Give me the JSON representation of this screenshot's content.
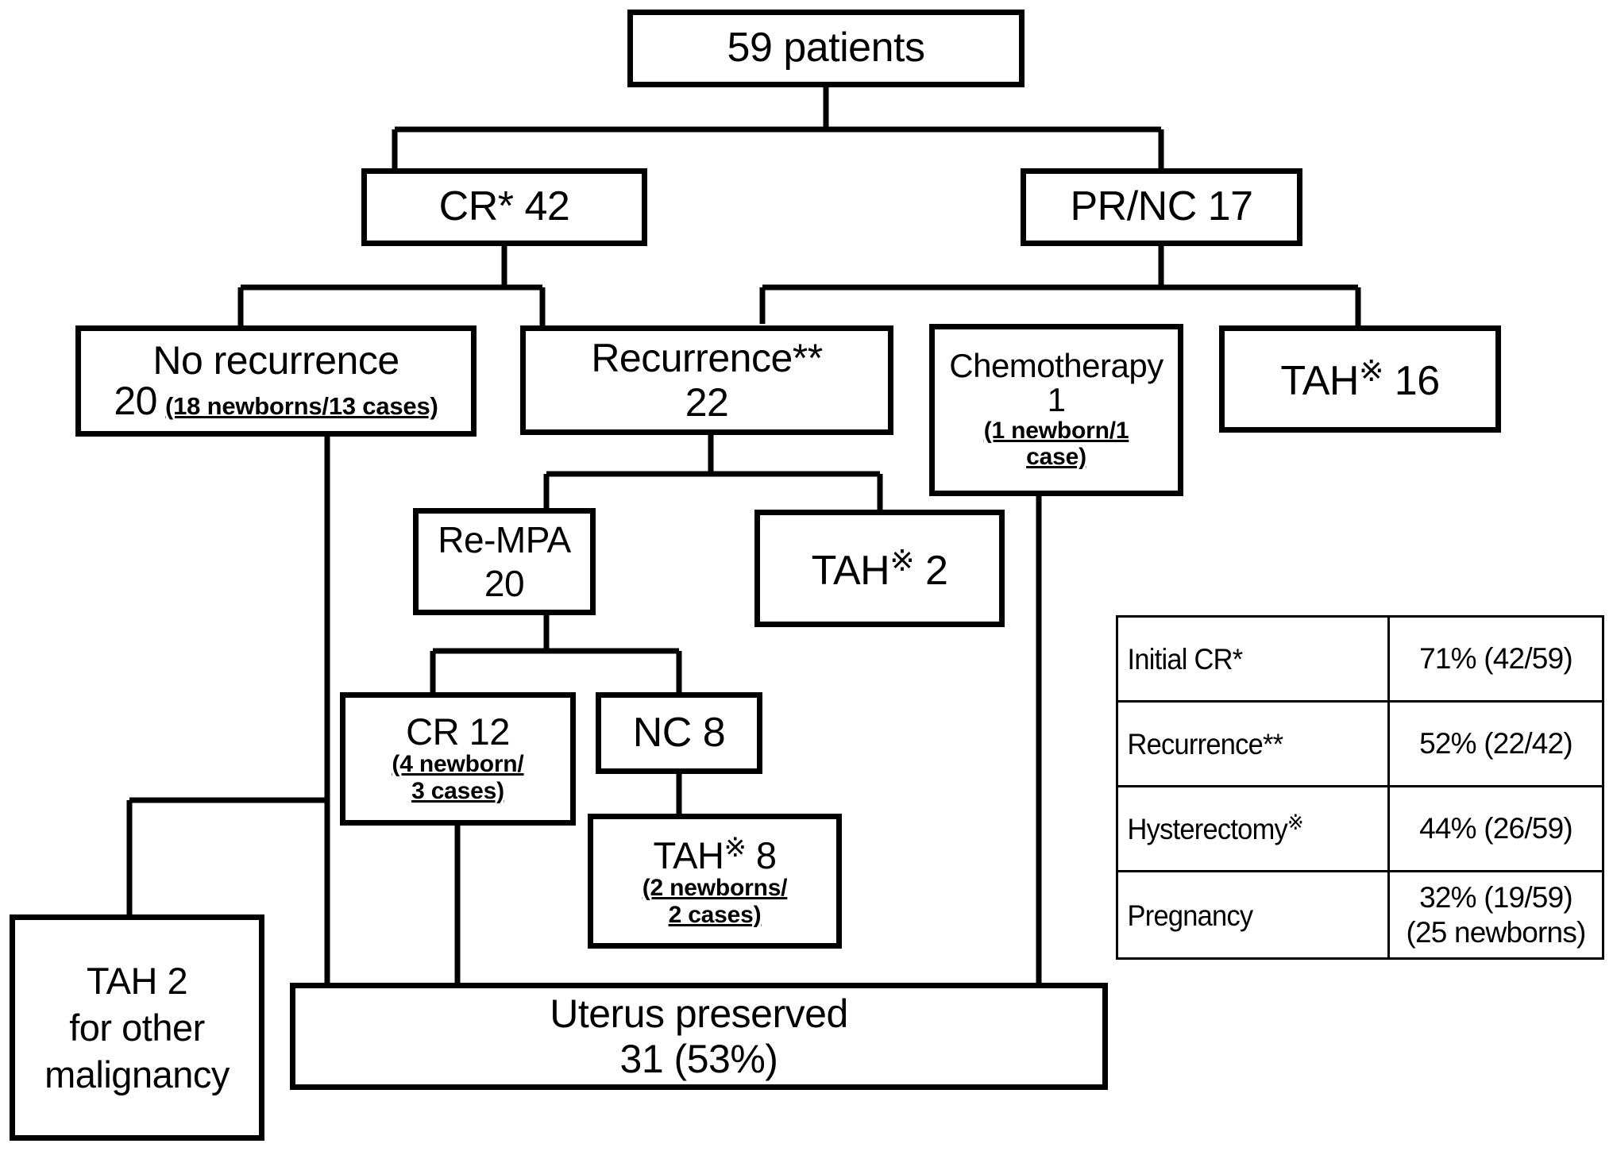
{
  "flowchart": {
    "nodes": {
      "root": {
        "line1": "59 patients"
      },
      "cr42": {
        "line1": "CR* 42"
      },
      "prnc": {
        "line1": "PR/NC 17"
      },
      "no_recurrence": {
        "line1": "No recurrence",
        "count": "20",
        "note": "(18 newborns/13 cases)"
      },
      "recurrence": {
        "line1": "Recurrence**",
        "line2": "22"
      },
      "chemotherapy": {
        "line1": "Chemotherapy",
        "line2": "1",
        "note_line1": "(1 newborn/1",
        "note_line2": "case)"
      },
      "tah16": {
        "prefix": "TAH",
        "mark": "※",
        "count": "16"
      },
      "rempa": {
        "line1": "Re-MPA",
        "line2": "20"
      },
      "tah2_recur": {
        "prefix": "TAH",
        "mark": "※",
        "count": "2"
      },
      "cr12": {
        "line1": "CR 12",
        "note_line1": "(4 newborn/",
        "note_line2": "3 cases)"
      },
      "nc8": {
        "line1": "NC 8"
      },
      "tah8": {
        "prefix": "TAH",
        "mark": "※",
        "count": "8",
        "note_line1": "(2 newborns/",
        "note_line2": "2 cases)"
      },
      "tah_other": {
        "line1": "TAH 2",
        "line2": "for other",
        "line3": "malignancy"
      },
      "uterus_preserved": {
        "line1": "Uterus preserved",
        "line2": "31 (53%)"
      }
    }
  },
  "summary": {
    "rows": [
      {
        "label": "Initial CR*",
        "label_mark": "",
        "value": "71% (42/59)",
        "value2": ""
      },
      {
        "label": "Recurrence**",
        "label_mark": "",
        "value": "52% (22/42)",
        "value2": ""
      },
      {
        "label": "Hysterectomy",
        "label_mark": "※",
        "value": "44% (26/59)",
        "value2": ""
      },
      {
        "label": "Pregnancy",
        "label_mark": "",
        "value": "32% (19/59)",
        "value2": "(25 newborns)"
      }
    ]
  },
  "chart_data": {
    "type": "diagram",
    "title": "Treatment outcome flow of 59 patients",
    "total_patients": 59,
    "flow": [
      {
        "id": "root",
        "label": "59 patients",
        "value": 59,
        "children": [
          "cr42",
          "prnc"
        ]
      },
      {
        "id": "cr42",
        "label": "CR*",
        "value": 42,
        "children": [
          "no_recurrence",
          "recurrence"
        ]
      },
      {
        "id": "prnc",
        "label": "PR/NC",
        "value": 17,
        "children": [
          "chemotherapy",
          "tah16"
        ]
      },
      {
        "id": "no_recurrence",
        "label": "No recurrence",
        "value": 20,
        "note": "18 newborns/13 cases"
      },
      {
        "id": "recurrence",
        "label": "Recurrence**",
        "value": 22,
        "children": [
          "rempa",
          "tah2_recur"
        ]
      },
      {
        "id": "chemotherapy",
        "label": "Chemotherapy",
        "value": 1,
        "note": "1 newborn/1 case"
      },
      {
        "id": "tah16",
        "label": "TAH※",
        "value": 16
      },
      {
        "id": "rempa",
        "label": "Re-MPA",
        "value": 20,
        "children": [
          "cr12",
          "nc8"
        ]
      },
      {
        "id": "tah2_recur",
        "label": "TAH※",
        "value": 2
      },
      {
        "id": "cr12",
        "label": "CR",
        "value": 12,
        "note": "4 newborn/3 cases"
      },
      {
        "id": "nc8",
        "label": "NC",
        "value": 8,
        "children": [
          "tah8"
        ]
      },
      {
        "id": "tah8",
        "label": "TAH※",
        "value": 8,
        "note": "2 newborns/2 cases"
      },
      {
        "id": "tah_other",
        "label": "TAH for other malignancy",
        "value": 2
      },
      {
        "id": "uterus_preserved",
        "label": "Uterus preserved",
        "value": 31,
        "percent": 53
      }
    ],
    "table": {
      "rows": [
        {
          "metric": "Initial CR*",
          "percent": 71,
          "numerator": 42,
          "denominator": 59
        },
        {
          "metric": "Recurrence**",
          "percent": 52,
          "numerator": 22,
          "denominator": 42
        },
        {
          "metric": "Hysterectomy※",
          "percent": 44,
          "numerator": 26,
          "denominator": 59
        },
        {
          "metric": "Pregnancy",
          "percent": 32,
          "numerator": 19,
          "denominator": 59,
          "extra": "25 newborns"
        }
      ]
    }
  }
}
